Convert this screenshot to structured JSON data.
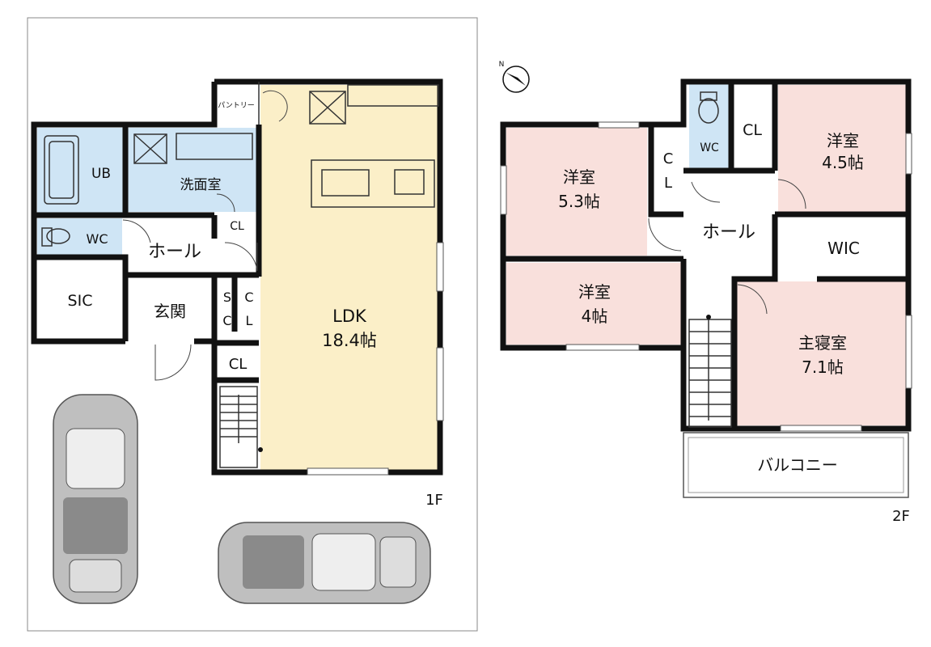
{
  "floor1": {
    "label": "1F",
    "rooms": {
      "ub": "UB",
      "washroom": "洗面室",
      "pantry": "パントリー",
      "wc": "WC",
      "cl_small": "CL",
      "hall": "ホール",
      "sic": "SIC",
      "entrance": "玄関",
      "sc": [
        "S",
        "C"
      ],
      "cl_vertical": [
        "C",
        "L"
      ],
      "cl_lower": "CL",
      "ldk_name": "LDK",
      "ldk_size": "18.4帖"
    }
  },
  "floor2": {
    "label": "2F",
    "rooms": {
      "western1_name": "洋室",
      "western1_size": "5.3帖",
      "cl_vertical": [
        "C",
        "L"
      ],
      "wc": "WC",
      "cl": "CL",
      "western2_name": "洋室",
      "western2_size": "4.5帖",
      "hall": "ホール",
      "wic": "WIC",
      "western3_name": "洋室",
      "western3_size": "4帖",
      "master_name": "主寝室",
      "master_size": "7.1帖",
      "balcony": "バルコニー"
    }
  },
  "compass": {
    "north_label": "N"
  },
  "colors": {
    "ldk": "#fbefc8",
    "wet": "#cfe5f5",
    "room2f": "#f9e0dc",
    "wall": "#111111"
  },
  "icons": [
    "compass-icon",
    "car-icon",
    "toilet-icon",
    "bathtub-icon",
    "sink-icon",
    "stairs-icon"
  ]
}
